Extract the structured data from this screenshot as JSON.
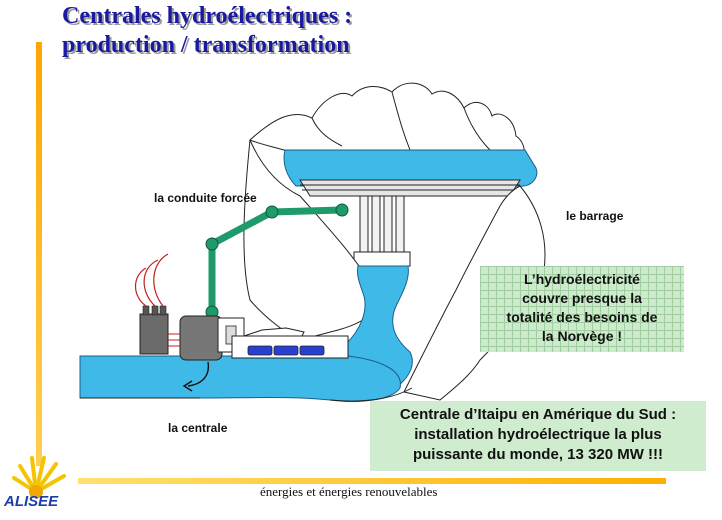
{
  "title": {
    "line1": "Centrales hydroélectriques :",
    "line2": "production / transformation"
  },
  "labels": {
    "penstock": "la conduite forcée",
    "dam": "le barrage",
    "plant": "la centrale"
  },
  "notes": {
    "norway": [
      "L’hydroélectricité",
      "couvre presque la",
      "totalité des besoins de",
      "la Norvège !"
    ],
    "itaipu": [
      "Centrale d’Itaipu en Amérique du Sud :",
      "installation hydroélectrique la plus",
      "puissante du monde, 13 320 MW !!!"
    ]
  },
  "footer": "énergies et énergies renouvelables",
  "logo": {
    "text": "ALISEE"
  },
  "colors": {
    "title": "#1a1aa0",
    "water": "#3fb9e8",
    "penstock": "#1f9b6b",
    "accent_bar": "#ffa500",
    "note_bg": "#cfe9cf"
  }
}
